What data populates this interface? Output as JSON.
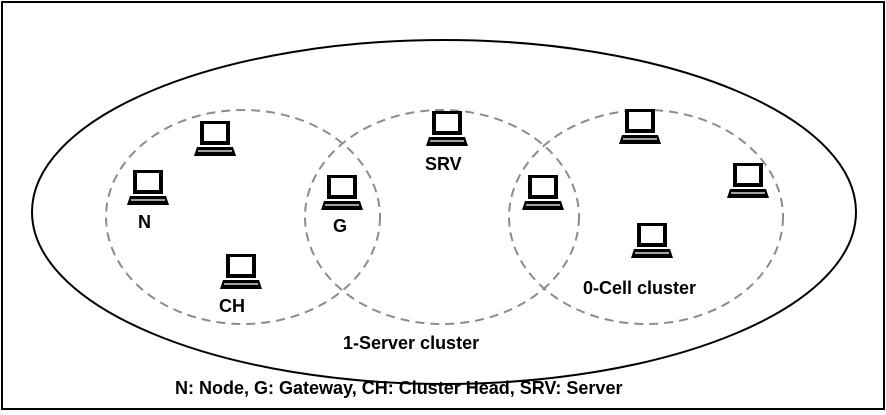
{
  "labels": {
    "node": "N",
    "gateway": "G",
    "cluster_head": "CH",
    "server": "SRV",
    "server_cluster": "1-Server cluster",
    "cell_cluster": "0-Cell cluster"
  },
  "legend": "N: Node,  G: Gateway, CH: Cluster Head, SRV: Server",
  "icons": {
    "computer": "laptop-computer-icon"
  },
  "colors": {
    "line": "#000000",
    "dashed": "#8c8c8c",
    "background": "#ffffff"
  }
}
